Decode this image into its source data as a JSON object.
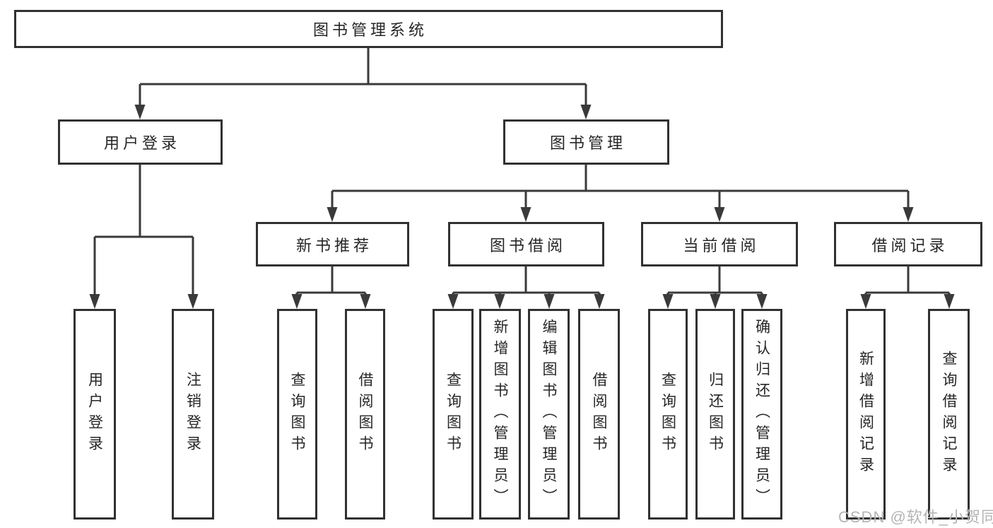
{
  "diagram": {
    "root": "图书管理系统",
    "branches": [
      {
        "label": "用户登录",
        "children": [
          {
            "label": "用户登录"
          },
          {
            "label": "注销登录"
          }
        ]
      },
      {
        "label": "图书管理",
        "children": [
          {
            "label": "新书推荐",
            "children": [
              {
                "label": "查询图书"
              },
              {
                "label": "借阅图书"
              }
            ]
          },
          {
            "label": "图书借阅",
            "children": [
              {
                "label": "查询图书"
              },
              {
                "label": "新增图书（管理员）"
              },
              {
                "label": "编辑图书（管理员）"
              },
              {
                "label": "借阅图书"
              }
            ]
          },
          {
            "label": "当前借阅",
            "children": [
              {
                "label": "查询图书"
              },
              {
                "label": "归还图书"
              },
              {
                "label": "确认归还（管理员）"
              }
            ]
          },
          {
            "label": "借阅记录",
            "children": [
              {
                "label": "新增借阅记录"
              },
              {
                "label": "查询借阅记录"
              }
            ]
          }
        ]
      }
    ]
  },
  "watermark": {
    "text": "CSDN @软件_小贺同学"
  },
  "colors": {
    "line": "#3a3a3a",
    "box_border": "#313131",
    "text": "#262626",
    "watermark": "#b5b5b5",
    "background": "#ffffff"
  }
}
